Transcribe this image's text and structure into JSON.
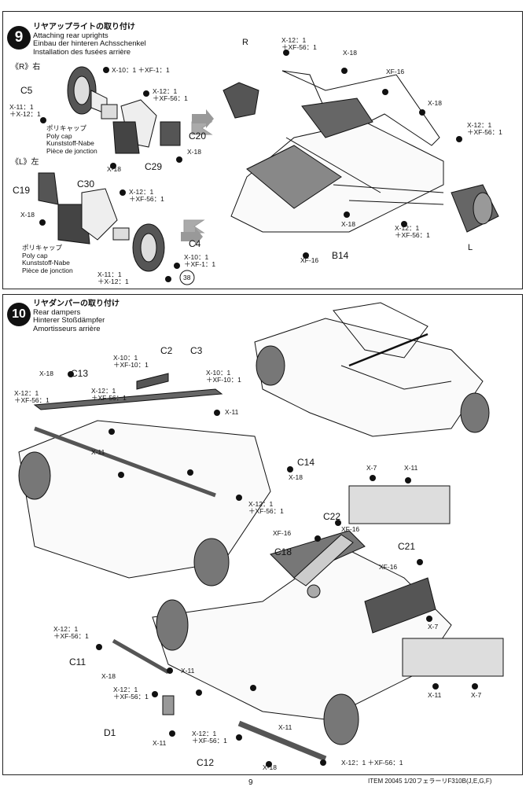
{
  "step9": {
    "number": "9",
    "title_jp": "リヤアップライトの取り付け",
    "title_en": "Attaching rear uprights",
    "title_de": "Einbau der hinteren Achsschenkel",
    "title_fr": "Installation des fusées arrière",
    "right_marker": "《R》右",
    "left_marker": "《L》左",
    "R_circle": "R",
    "L_circle": "L",
    "poly_cap_1": [
      "ポリキャップ",
      "Poly cap",
      "Kunststoff-Nabe",
      "Pièce de jonction"
    ],
    "poly_cap_2": [
      "ポリキャップ",
      "Poly cap",
      "Kunststoff-Nabe",
      "Pièce de jonction"
    ],
    "parts": {
      "c5": "C5",
      "c20": "C20",
      "c29": "C29",
      "c19": "C19",
      "c30": "C30",
      "c4": "C4",
      "b14": "B14"
    },
    "labels": {
      "x10_xf1_a": "X-10：1 ＋XF-1：1",
      "x12_xf56_a": "X-12：1\n＋XF-56：1",
      "x11_x12_a": "X-11：1\n＋X-12：1",
      "x18_a": "X-18",
      "x18_b": "X-18",
      "x18_c": "X-18",
      "x12_xf56_b": "X-12：1\n＋XF-56：1",
      "x10_xf1_b": "X-10：1\n＋XF-1：1",
      "x11_x12_b": "X-11：1\n＋X-12：1",
      "ref38": "38",
      "x12_xf56_c": "X-12：1\n＋XF-56：1",
      "x18_d": "X-18",
      "xf16_a": "XF-16",
      "x18_e": "X-18",
      "x12_xf56_d": "X-12：1\n＋XF-56：1",
      "x18_f": "X-18",
      "x12_xf56_e": "X-12：1\n＋XF-56：1",
      "xf16_b": "XF-16"
    }
  },
  "step10": {
    "number": "10",
    "title_jp": "リヤダンパーの取り付け",
    "title_en": "Rear dampers",
    "title_de": "Hinterer Stoßdämpfer",
    "title_fr": "Amortisseurs arrière",
    "parts": {
      "c2": "C2",
      "c3": "C3",
      "c13": "C13",
      "c14": "C14",
      "c22": "C22",
      "c18": "C18",
      "c21": "C21",
      "c11": "C11",
      "d1": "D1",
      "c12": "C12"
    },
    "labels": {
      "x18_c13": "X-18",
      "x10_xf10_a": "X-10：1\n＋XF-10：1",
      "x10_xf10_b": "X-10：1\n＋XF-10：1",
      "x12_xf56_a": "X-12：1\n＋XF-56：1",
      "x12_xf56_b": "X-12：1\n＋XF-56：1",
      "x11_a": "X-11",
      "x11_b": "X-11",
      "x18_c14": "X-18",
      "x12_xf56_c": "X-12：1\n＋XF-56：1",
      "x7_a": "X-7",
      "x11_c": "X-11",
      "xf16_a": "XF-16",
      "xf16_b": "XF-16",
      "xf16_c": "XF-16",
      "x7_b": "X-7",
      "x12_xf56_d": "X-12：1\n＋XF-56：1",
      "x18_a": "X-18",
      "x11_d": "X-11",
      "x12_xf56_e": "X-12：1\n＋XF-56：1",
      "x11_e": "X-11",
      "x12_xf56_f": "X-12：1\n＋XF-56：1",
      "x18_b": "X-18",
      "x11_f": "X-11",
      "x12_xf56_g": "X-12：1 ＋XF-56：1",
      "x11_g": "X-11",
      "x7_c": "X-7"
    }
  },
  "page_number": "9",
  "footer": "ITEM 20045 1/20フェラーリF310B(J,E,G,F)"
}
